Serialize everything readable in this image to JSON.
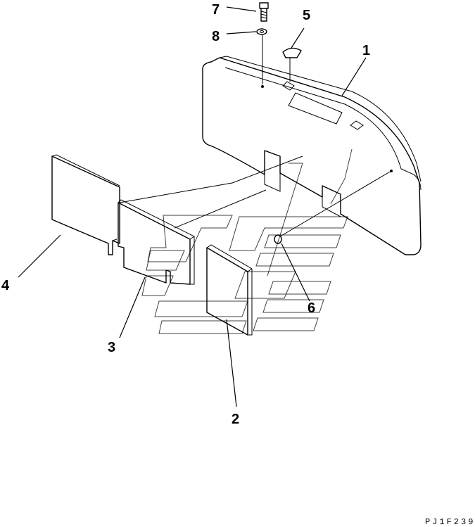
{
  "drawing_code": "PJ1F239",
  "callouts": [
    {
      "id": "1",
      "label": "1"
    },
    {
      "id": "2",
      "label": "2"
    },
    {
      "id": "3",
      "label": "3"
    },
    {
      "id": "4",
      "label": "4"
    },
    {
      "id": "5",
      "label": "5"
    },
    {
      "id": "6",
      "label": "6"
    },
    {
      "id": "7",
      "label": "7"
    },
    {
      "id": "8",
      "label": "8"
    }
  ]
}
